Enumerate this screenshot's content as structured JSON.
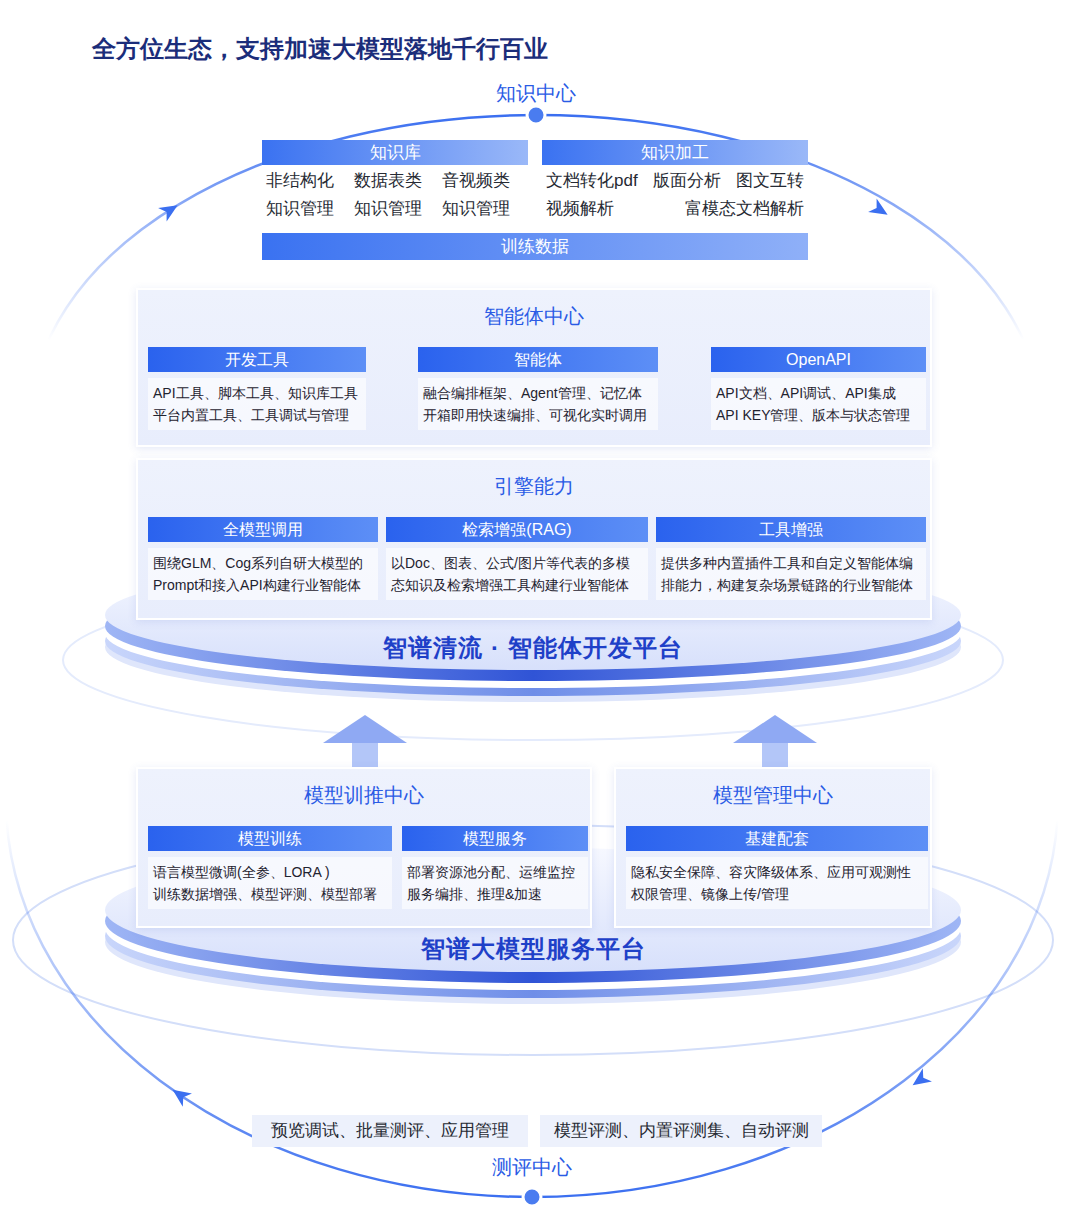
{
  "diagram": {
    "title": "全方位生态，支持加速大模型落地千行百业",
    "nodes": [
      {
        "text": [
          "知识库",
          "非结构化 知识管理",
          "数据表类 知识管理",
          "音视频类 知识管理"
        ]
      },
      {
        "text": [
          "知识加工",
          "文档转化pdf",
          "版面分析",
          "图文互转",
          "视频解析",
          "富模态文档解析"
        ]
      },
      {
        "text": [
          "训练数据"
        ]
      },
      {
        "text": [
          "智能体中心"
        ]
      },
      {
        "text": [
          "开发工具",
          "API工具、脚本工具、知识库工具 平台内置工具、工具调试与管理"
        ],
        "in": 3
      },
      {
        "text": [
          "智能体",
          "融合编排框架、Agent管理、记忆体 开箱即用快速编排、可视化实时调用"
        ],
        "in": 3
      },
      {
        "text": [
          "OpenAPI",
          "API文档、API调试、API集成 API KEY管理、版本与状态管理"
        ],
        "in": 3
      },
      {
        "text": [
          "引擎能力"
        ]
      },
      {
        "text": [
          "全模型调用",
          "围绕GLM、Cog系列自研大模型的 Prompt和接入API构建行业智能体"
        ],
        "in": 7
      },
      {
        "text": [
          "检索增强(RAG)",
          "以Doc、图表、公式/图片等代表的多模 态知识及检索增强工具构建行业智能体"
        ],
        "in": 7
      },
      {
        "text": [
          "工具增强",
          "提供多种内置插件工具和自定义智能体编 排能力，构建复杂场景链路的行业智能体"
        ],
        "in": 7
      },
      {
        "text": [
          "智谱清流 · 智能体开发平台"
        ]
      },
      {
        "text": [
          "模型训推中心"
        ]
      },
      {
        "text": [
          "模型训练",
          "语言模型微调(全参、LORA ) 训练数据增强、模型评测、模型部署"
        ],
        "in": 12
      },
      {
        "text": [
          "模型服务",
          "部署资源池分配、运维监控 服务编排、推理&加速"
        ],
        "in": 12
      },
      {
        "text": [
          "模型管理中心"
        ]
      },
      {
        "text": [
          "基建配套",
          "隐私安全保障、容灾降级体系、应用可观测性 权限管理、镜像上传/管理"
        ],
        "in": 15
      },
      {
        "text": [
          "智谱大模型服务平台"
        ]
      },
      {
        "text": [
          "预览调试、批量测评、应用管理"
        ]
      },
      {
        "text": [
          "模型评测、内置评测集、自动评测"
        ]
      }
    ],
    "edges": [
      {
        "from": 12,
        "to": 11,
        "arrow": "to"
      },
      {
        "from": 15,
        "to": 11,
        "arrow": "to"
      }
    ],
    "labels": [
      "知识中心",
      "测评中心"
    ]
  }
}
